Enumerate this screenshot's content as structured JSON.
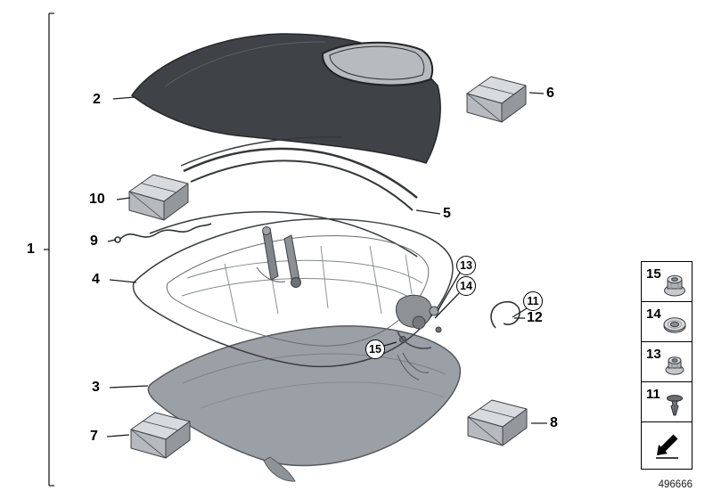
{
  "page": {
    "drawing_number": "496666",
    "background": "#ffffff"
  },
  "callouts": {
    "c1": "1",
    "c2": "2",
    "c3": "3",
    "c4": "4",
    "c5": "5",
    "c6": "6",
    "c7": "7",
    "c8": "8",
    "c9": "9",
    "c10": "10",
    "c11": "11",
    "c12": "12",
    "c13": "13",
    "c14": "14",
    "c15": "15"
  },
  "legend": {
    "items": [
      {
        "label": "15",
        "icon": "flange-nut-icon"
      },
      {
        "label": "14",
        "icon": "grommet-icon"
      },
      {
        "label": "13",
        "icon": "hex-nut-icon"
      },
      {
        "label": "11",
        "icon": "expanding-rivet-icon"
      },
      {
        "label": "",
        "icon": "direction-arrow-icon"
      }
    ]
  },
  "colors": {
    "roof_cover": "#3f4348",
    "rear_window": "#b7bbbf",
    "headliner": "#9aa0a5",
    "carton_top": "#d8dbde",
    "carton_front": "#b6b9bd",
    "carton_side": "#94989c",
    "line": "#2b2d2f"
  }
}
